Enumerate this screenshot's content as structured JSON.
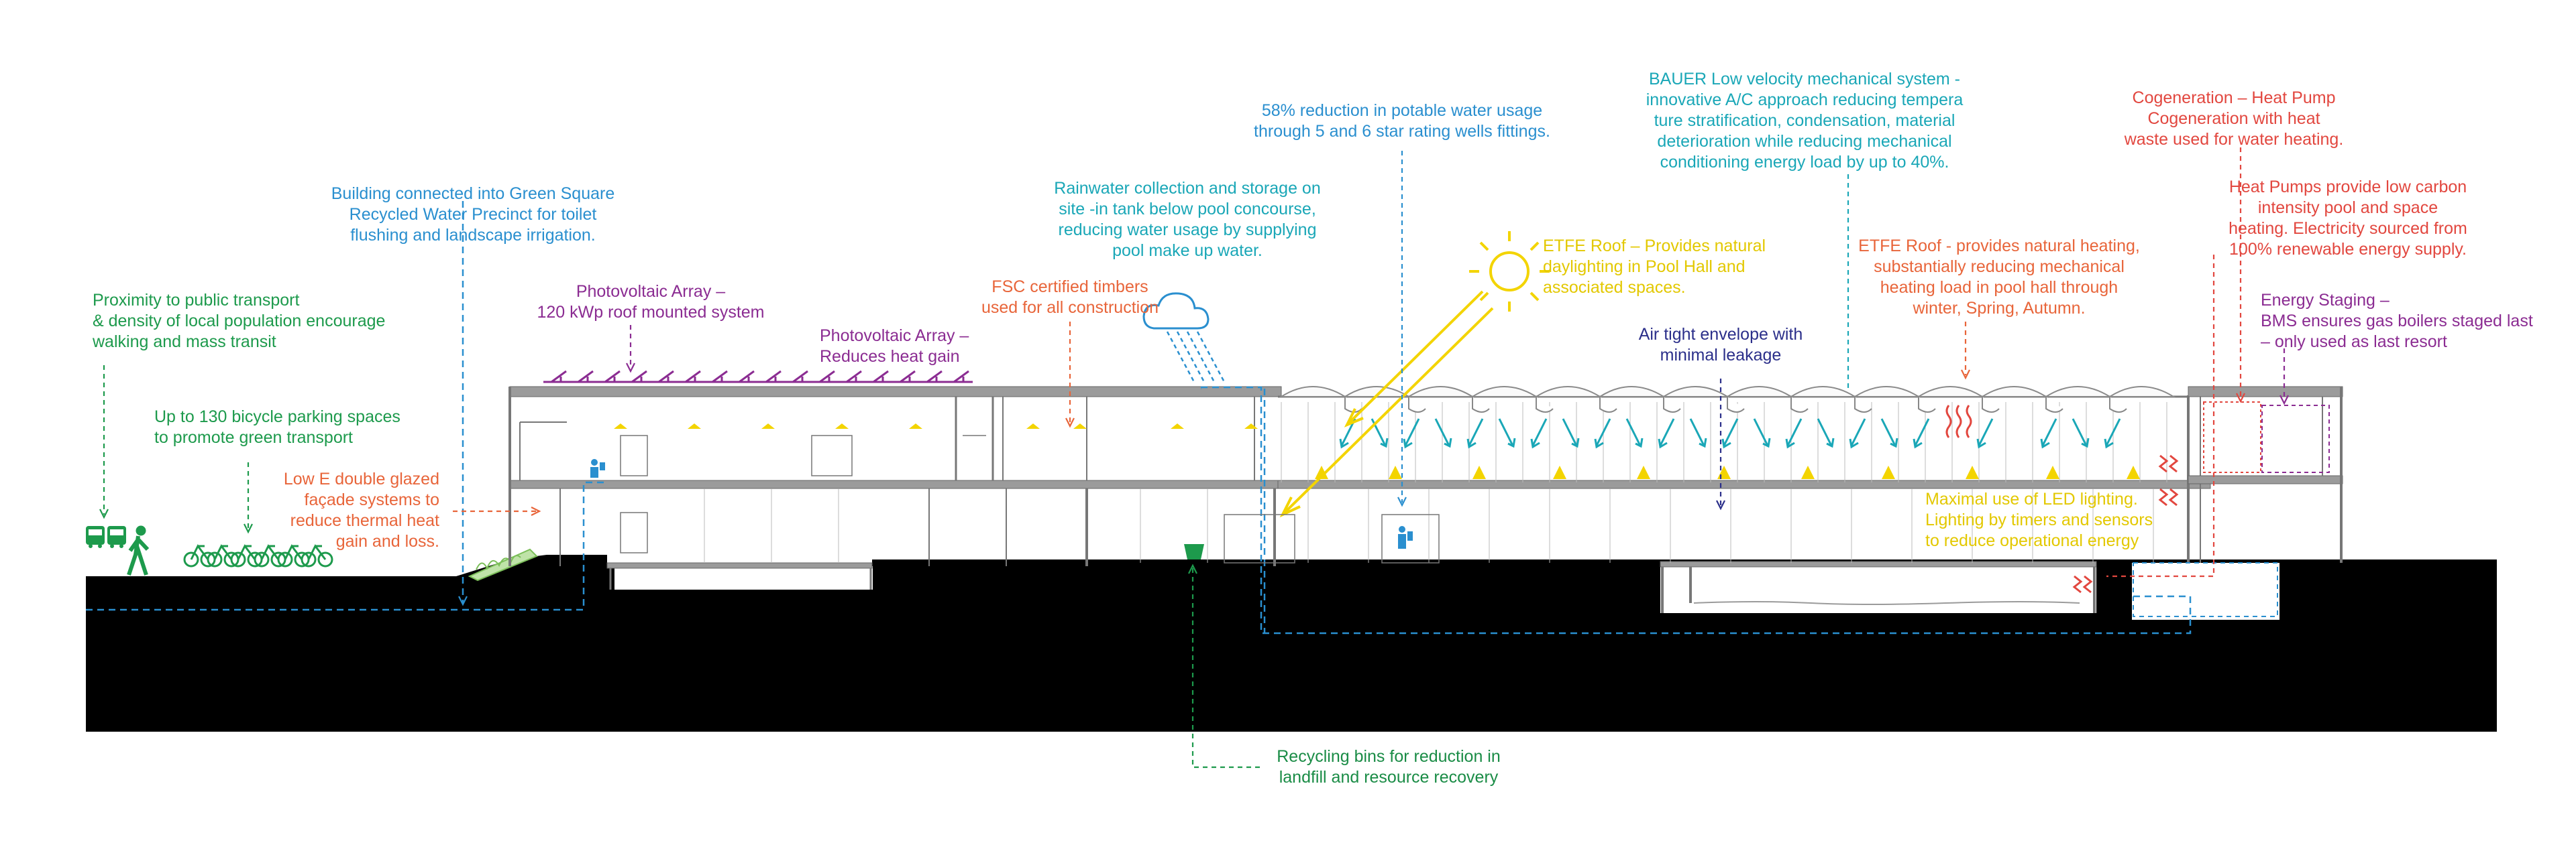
{
  "notes": {
    "transport": "Proximity to public transport\n& density of local population encourage\nwalking and mass transit",
    "bicycle": "Up to 130 bicycle parking spaces\nto promote green transport",
    "glazing": "Low E double glazed\nfaçade systems to\nreduce thermal heat\ngain and loss.",
    "recycled_water": "Building connected into Green Square\nRecycled Water Precinct for toilet\nflushing and landscape irrigation.",
    "pv_system": "Photovoltaic Array –\n120 kWp roof mounted system",
    "pv_heat": "Photovoltaic Array –\nReduces heat gain",
    "fsc": "FSC certified timbers\nused for all construction",
    "rainwater": "Rainwater collection and storage on\nsite -in tank below pool concourse,\nreducing water usage by supplying\npool make up water.",
    "potable": "58% reduction in potable water usage\nthrough 5 and 6 star rating wells fittings.",
    "etfe_daylight": "ETFE Roof – Provides natural\ndaylighting in Pool Hall and\nassociated spaces.",
    "airtight": "Air tight envelope with\nminimal leakage",
    "bauer": "BAUER Low velocity mechanical system -\ninnovative A/C approach reducing tempera\nture stratification, condensation, material\ndeterioration while reducing mechanical\nconditioning energy load by up to 40%.",
    "etfe_heating": "ETFE Roof - provides natural heating,\nsubstantially reducing mechanical\nheating load in pool hall through\nwinter, Spring, Autumn.",
    "cogeneration": "Cogeneration – Heat Pump\nCogeneration with heat\nwaste used for water heating.",
    "heat_pumps": "Heat Pumps provide low carbon\nintensity pool and space\nheating. Electricity sourced from\n100% renewable energy supply.",
    "energy_staging": "Energy Staging –\nBMS ensures gas boilers staged last\n– only used as last resort",
    "led": "Maximal use of LED lighting.\nLighting by timers and sensors\nto reduce operational energy",
    "recycling": "Recycling bins for reduction in\nlandfill and resource recovery"
  },
  "colors": {
    "green": "#1d9a4c",
    "blue": "#2a8fcf",
    "orange": "#e8653a",
    "purple": "#8b2c92",
    "yellow": "#e3c800",
    "teal": "#1aa7b7",
    "navy": "#2b2f8a",
    "red": "#e2473f",
    "ground": "#000000",
    "structure": "#8a8a8a"
  },
  "icons": [
    "bus-icon",
    "pedestrian-icon",
    "bicycle-icon",
    "solar-panel-icon",
    "sun-icon",
    "cloud-icon",
    "rain-icon",
    "person-icon",
    "recycling-bin-icon",
    "heat-wave-icon",
    "airflow-icon",
    "light-icon"
  ]
}
